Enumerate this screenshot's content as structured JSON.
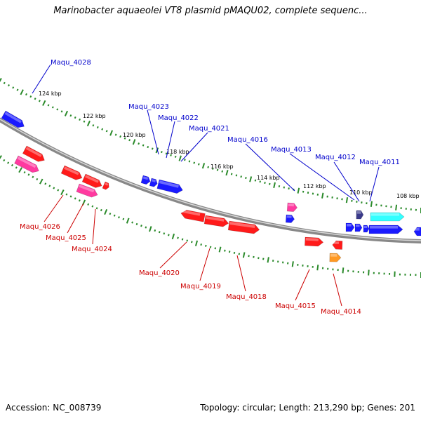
{
  "title": "Marinobacter aquaeolei VT8 plasmid pMAQU02, complete sequenc...",
  "footer": {
    "accession": "Accession: NC_008739",
    "summary": "Topology: circular; Length: 213,290 bp; Genes: 201"
  },
  "colors": {
    "forward_label": "#0000cc",
    "reverse_label": "#cc0000",
    "backbone": "#888888",
    "ticks": "#2a8a2a",
    "gene_blue": "#1a1aff",
    "gene_red": "#ff1a1a",
    "gene_pink": "#ff3aa0",
    "gene_cyan": "#33ffff",
    "gene_orange": "#ff9922",
    "gene_navy": "#3a3a8a"
  },
  "scale_labels": [
    "124 kbp",
    "122 kbp",
    "120 kbp",
    "118 kbp",
    "116 kbp",
    "114 kbp",
    "112 kbp",
    "110 kbp",
    "108 kbp"
  ],
  "forward_genes": [
    "Maqu_4028",
    "Maqu_4023",
    "Maqu_4022",
    "Maqu_4021",
    "Maqu_4016",
    "Maqu_4013",
    "Maqu_4012",
    "Maqu_4011"
  ],
  "reverse_genes": [
    "Maqu_4026",
    "Maqu_4025",
    "Maqu_4024",
    "Maqu_4020",
    "Maqu_4019",
    "Maqu_4018",
    "Maqu_4015",
    "Maqu_4014"
  ]
}
